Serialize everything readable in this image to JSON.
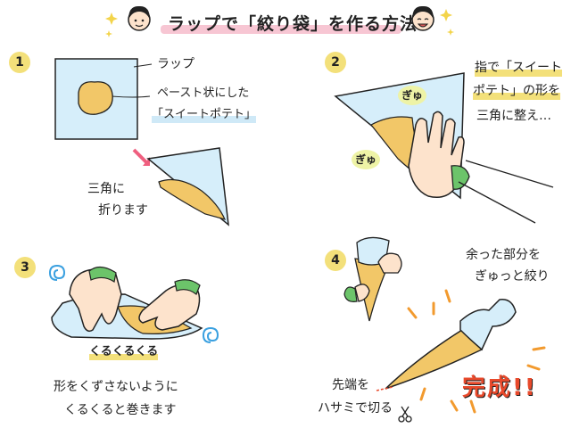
{
  "title": "ラップで「絞り袋」を作る方法",
  "steps": [
    {
      "number": "1",
      "labels": {
        "wrap": "ラップ",
        "paste_line1": "ペースト状にした",
        "paste_line2": "「スイートポテト」",
        "fold_line1": "三角に",
        "fold_line2": "折ります"
      }
    },
    {
      "number": "2",
      "labels": {
        "line1": "指で「スイート",
        "line2": "ポテト」の形を",
        "line3": "三角に整え…",
        "sfx1": "ぎゅ",
        "sfx2": "ぎゅ"
      }
    },
    {
      "number": "3",
      "labels": {
        "sfx": "くるくるくる",
        "line1": "形をくずさないように",
        "line2": "くるくると巻きます"
      }
    },
    {
      "number": "4",
      "labels": {
        "twist_line1": "余った部分を",
        "twist_line2": "ぎゅっと絞り",
        "cut_line1": "先端を",
        "cut_line2": "ハサミで切る",
        "done": "完成!!"
      }
    }
  ],
  "colors": {
    "title_highlight": "#f7c6d3",
    "step_badge": "#f3e07a",
    "wrap_fill": "#d6eefa",
    "paste_fill": "#f2c768",
    "sleeve_green": "#6cc46a",
    "accent_orange": "#f29a2e",
    "done_red": "#e8492b",
    "swirl_blue": "#3aa0e0"
  },
  "icons": {
    "girl_face": "girl-face-icon",
    "sparkle": "sparkle-icon",
    "arrow": "pink-arrow-icon",
    "scissors": "scissors-icon",
    "swirl": "swirl-icon"
  }
}
